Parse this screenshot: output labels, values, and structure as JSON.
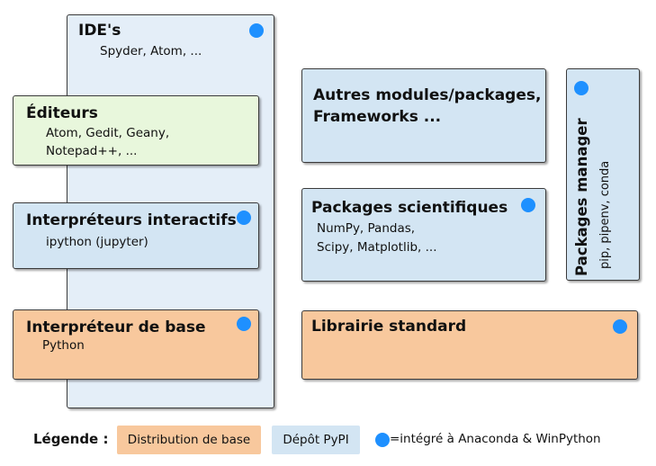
{
  "ide": {
    "title": "IDE's",
    "subtitle": "Spyder, Atom, ..."
  },
  "editeurs": {
    "title": "Éditeurs",
    "line1": "Atom, Gedit, Geany,",
    "line2": "Notepad++, ..."
  },
  "interpreteurs_interactifs": {
    "title": "Interpréteurs interactifs",
    "subtitle": "ipython (jupyter)"
  },
  "interpreteur_base": {
    "title": "Interpréteur de base",
    "subtitle": "Python"
  },
  "autres_modules": {
    "line1": "Autres modules/packages,",
    "line2": "Frameworks ..."
  },
  "packages_scientifiques": {
    "title": "Packages scientifiques",
    "line1": "NumPy, Pandas,",
    "line2": "Scipy, Matplotlib, ..."
  },
  "librairie_standard": {
    "title": "Librairie standard"
  },
  "packages_manager": {
    "title": "Packages manager",
    "subtitle": "pip, pipenv, conda"
  },
  "legend": {
    "label": "Légende :",
    "distribution": "Distribution de base",
    "pypi": "Dépôt PyPI",
    "dot_text": "=intégré à Anaconda & WinPython"
  },
  "colors": {
    "blue_box": "#d3e5f3",
    "orange_box": "#f8c89d",
    "green_box": "#e8f7dc",
    "ide_box": "#e4eef8",
    "dot": "#1e90ff"
  }
}
